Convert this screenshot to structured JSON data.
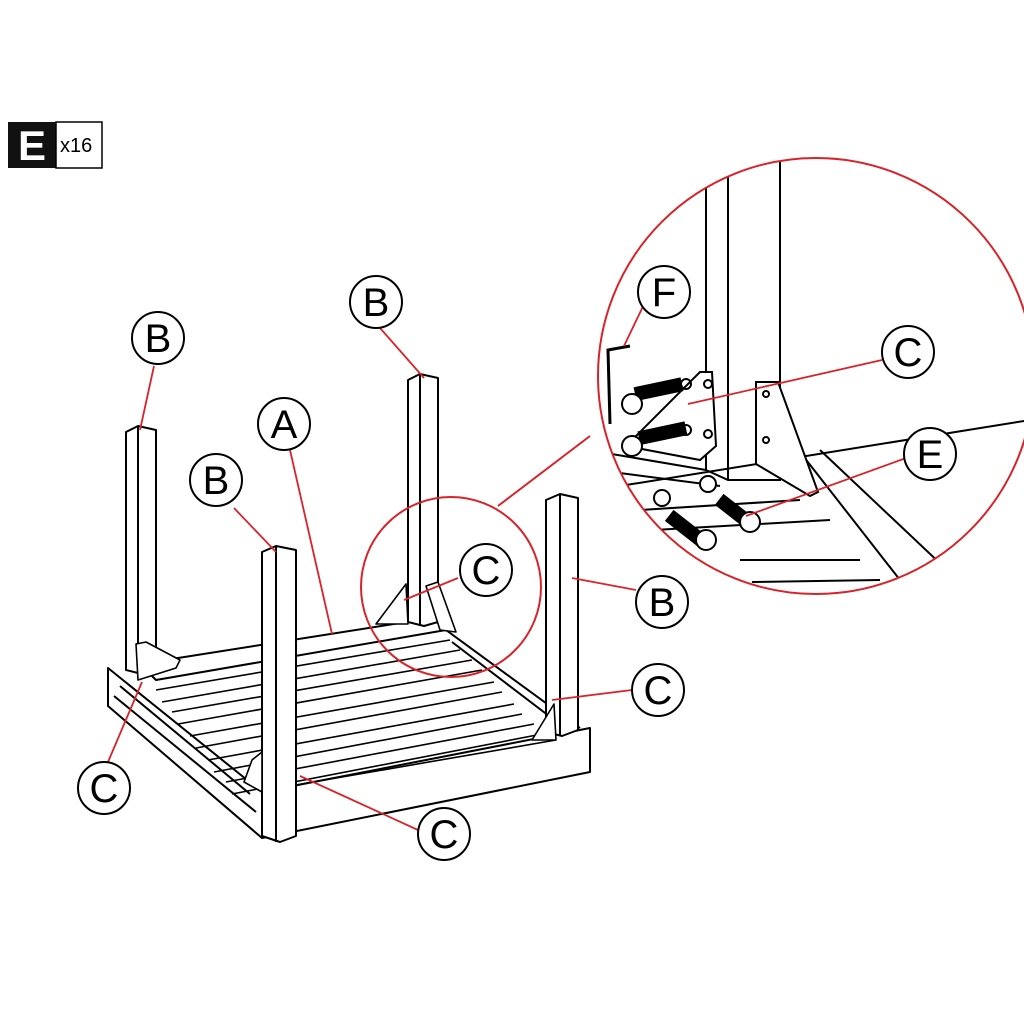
{
  "part_badge": {
    "letter": "E",
    "quantity": "x16"
  },
  "labels": {
    "A": "A",
    "B": "B",
    "C": "C",
    "E": "E",
    "F": "F"
  },
  "colors": {
    "line": "#000000",
    "leader": "#d9232a",
    "background": "#ffffff"
  }
}
